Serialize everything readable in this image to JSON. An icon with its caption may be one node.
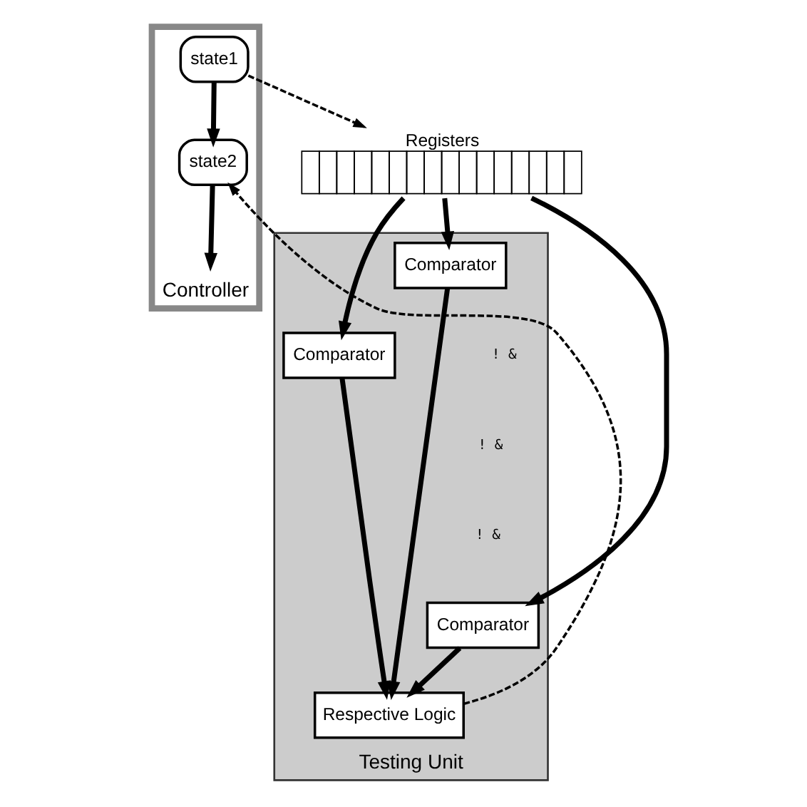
{
  "diagram": {
    "nodes": [
      {
        "text": [
          "Controller"
        ]
      },
      {
        "text": [
          "state1"
        ],
        "in": 0
      },
      {
        "text": [
          "state2"
        ],
        "in": 0
      },
      {
        "text": [
          "Registers"
        ]
      },
      {
        "text": [
          "Testing Unit"
        ]
      },
      {
        "text": [
          "Comparator"
        ],
        "in": 4
      },
      {
        "text": [
          "Comparator"
        ],
        "in": 4
      },
      {
        "text": [
          "Comparator"
        ],
        "in": 4
      },
      {
        "text": [
          "Respective Logic"
        ],
        "in": 4
      }
    ],
    "edges": [
      {
        "from": 1,
        "to": 3,
        "arrow": "to",
        "style": "dashed"
      },
      {
        "from": 1,
        "to": 2,
        "arrow": "to"
      },
      {
        "from": 2,
        "to": null,
        "arrow": "to"
      },
      {
        "from": 3,
        "to": 5,
        "arrow": "to"
      },
      {
        "from": 3,
        "to": 6,
        "arrow": "to"
      },
      {
        "from": 3,
        "to": 7,
        "arrow": "to"
      },
      {
        "from": 5,
        "to": 8,
        "arrow": "to"
      },
      {
        "from": 6,
        "to": 8,
        "arrow": "to"
      },
      {
        "from": 7,
        "to": 8,
        "arrow": "to"
      },
      {
        "from": 8,
        "to": 2,
        "arrow": "to",
        "style": "dashed"
      }
    ],
    "labels": [
      "! &",
      "! &",
      "! &"
    ]
  }
}
